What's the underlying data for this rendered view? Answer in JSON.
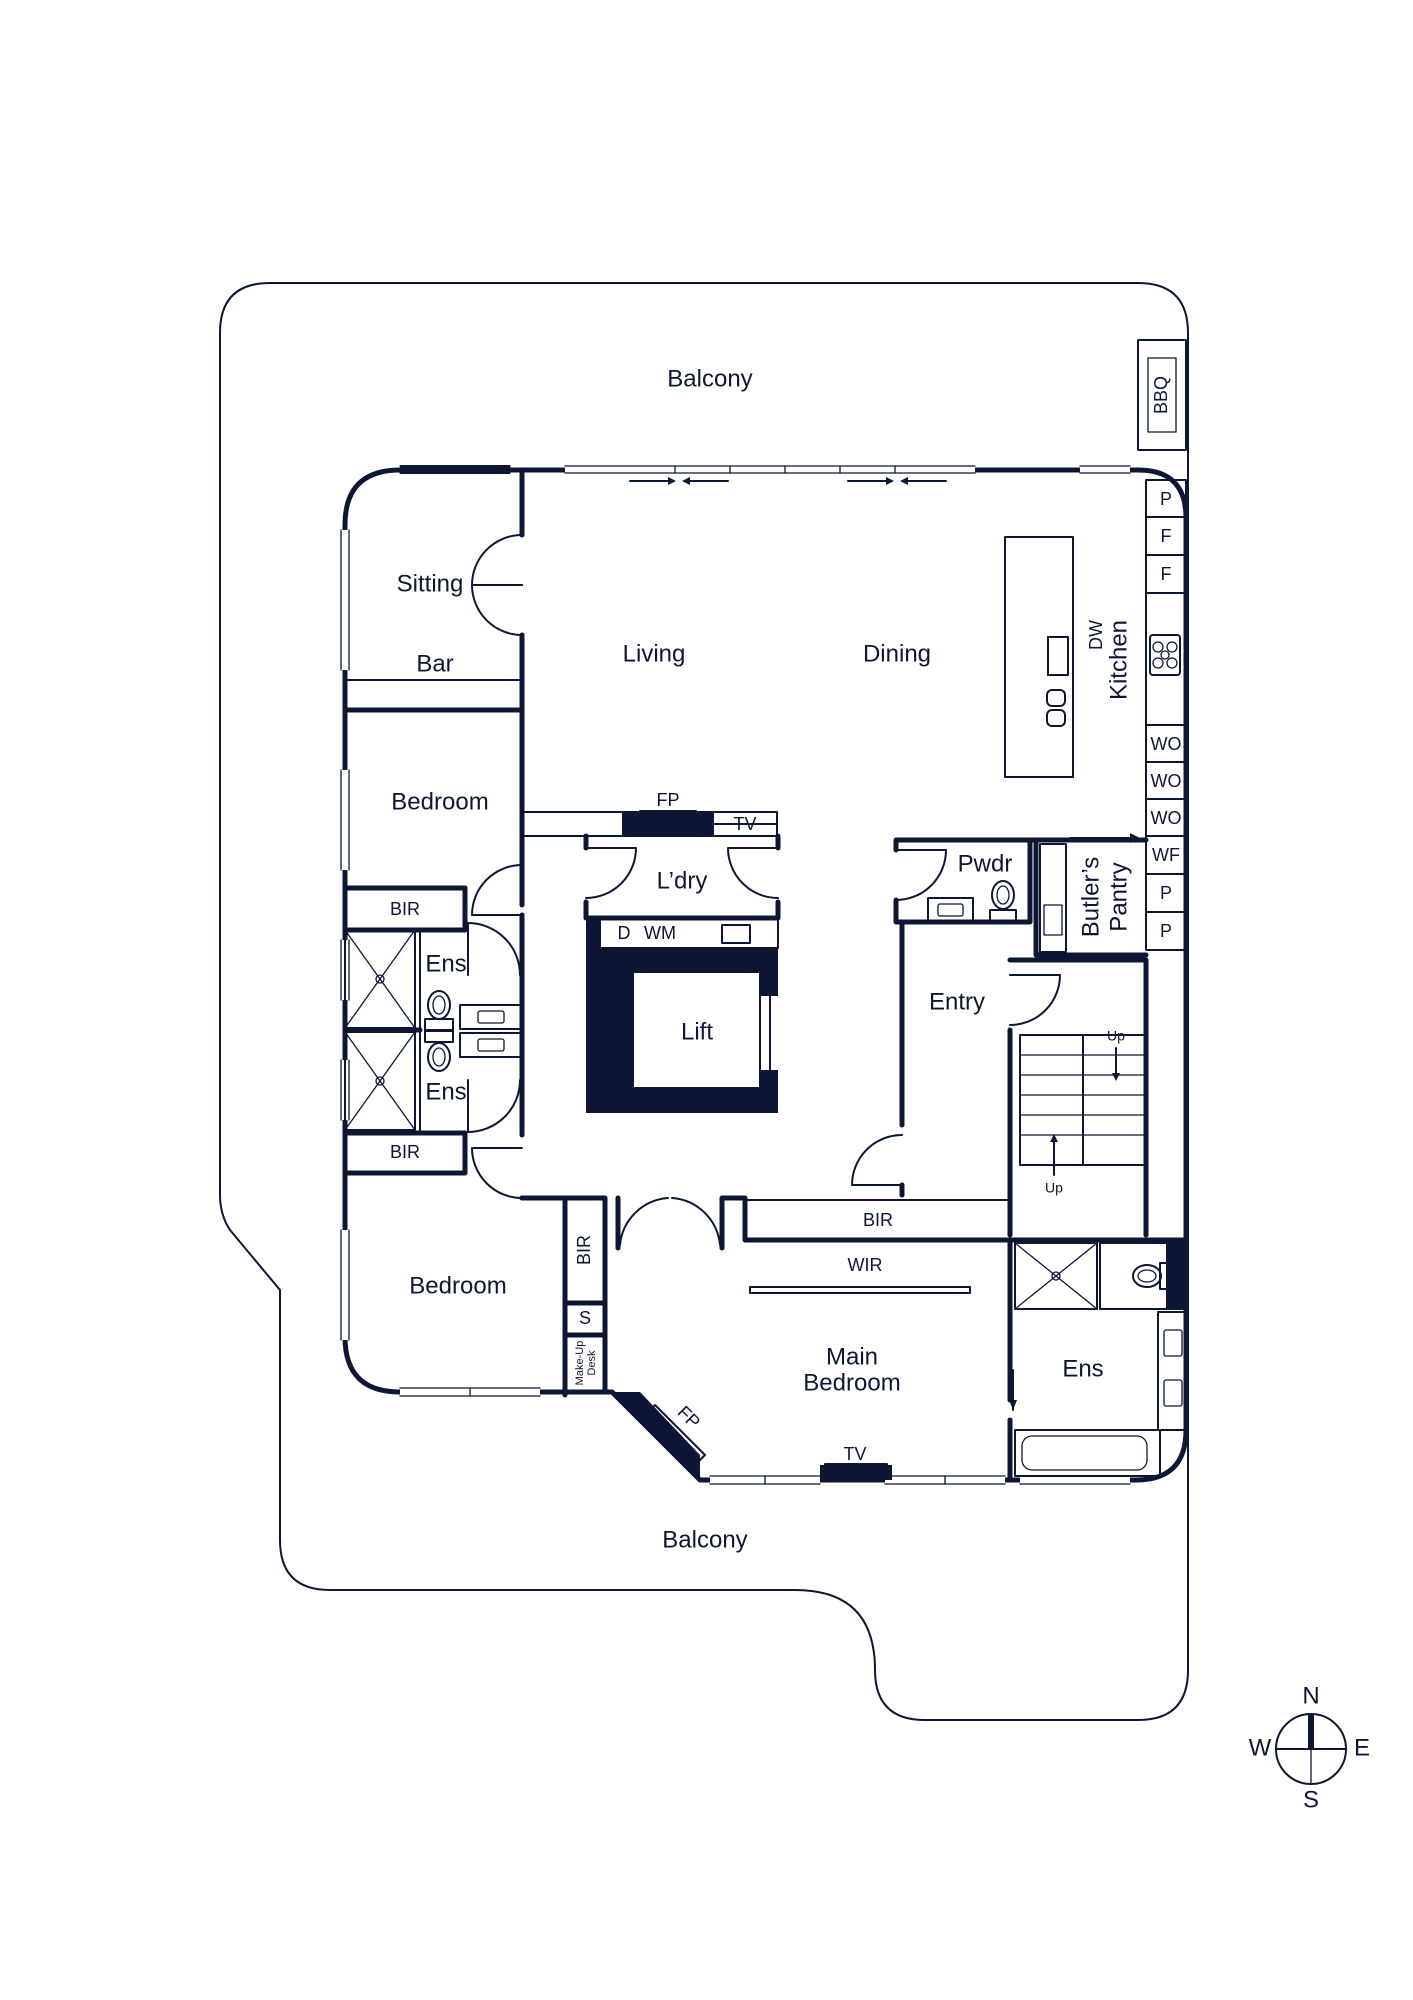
{
  "balcony_north": "Balcony",
  "balcony_south": "Balcony",
  "bbq": "BBQ",
  "rooms": {
    "sitting": "Sitting",
    "bar": "Bar",
    "living": "Living",
    "dining": "Dining",
    "kitchen": "Kitchen",
    "dw": "DW",
    "bedroom_1": "Bedroom",
    "bedroom_2": "Bedroom",
    "fp_living": "FP",
    "tv_living": "TV",
    "laundry": "L’dry",
    "dryer": "D",
    "washer": "WM",
    "lift": "Lift",
    "powder": "Pwdr",
    "butlers_pantry_line1": "Butler’s",
    "butlers_pantry_line2": "Pantry",
    "entry": "Entry",
    "stairs_up_1": "Up",
    "stairs_up_2": "Up",
    "bir_1": "BIR",
    "bir_2": "BIR",
    "bir_3": "BIR",
    "bir_main": "BIR",
    "ensuite_1": "Ens",
    "ensuite_2": "Ens",
    "ensuite_main": "Ens",
    "wir": "WIR",
    "storage": "S",
    "makeup_desk_line1": "Make-Up",
    "makeup_desk_line2": "Desk",
    "main_bedroom_line1": "Main",
    "main_bedroom_line2": "Bedroom",
    "fp_main": "FP",
    "tv_main": "TV"
  },
  "kitchen_cabinets": [
    "P",
    "F",
    "F",
    "WO",
    "WO",
    "WO",
    "WF",
    "P",
    "P"
  ],
  "compass": {
    "n": "N",
    "e": "E",
    "s": "S",
    "w": "W"
  },
  "colors": {
    "ink": "#0d1733",
    "background": "#ffffff"
  }
}
